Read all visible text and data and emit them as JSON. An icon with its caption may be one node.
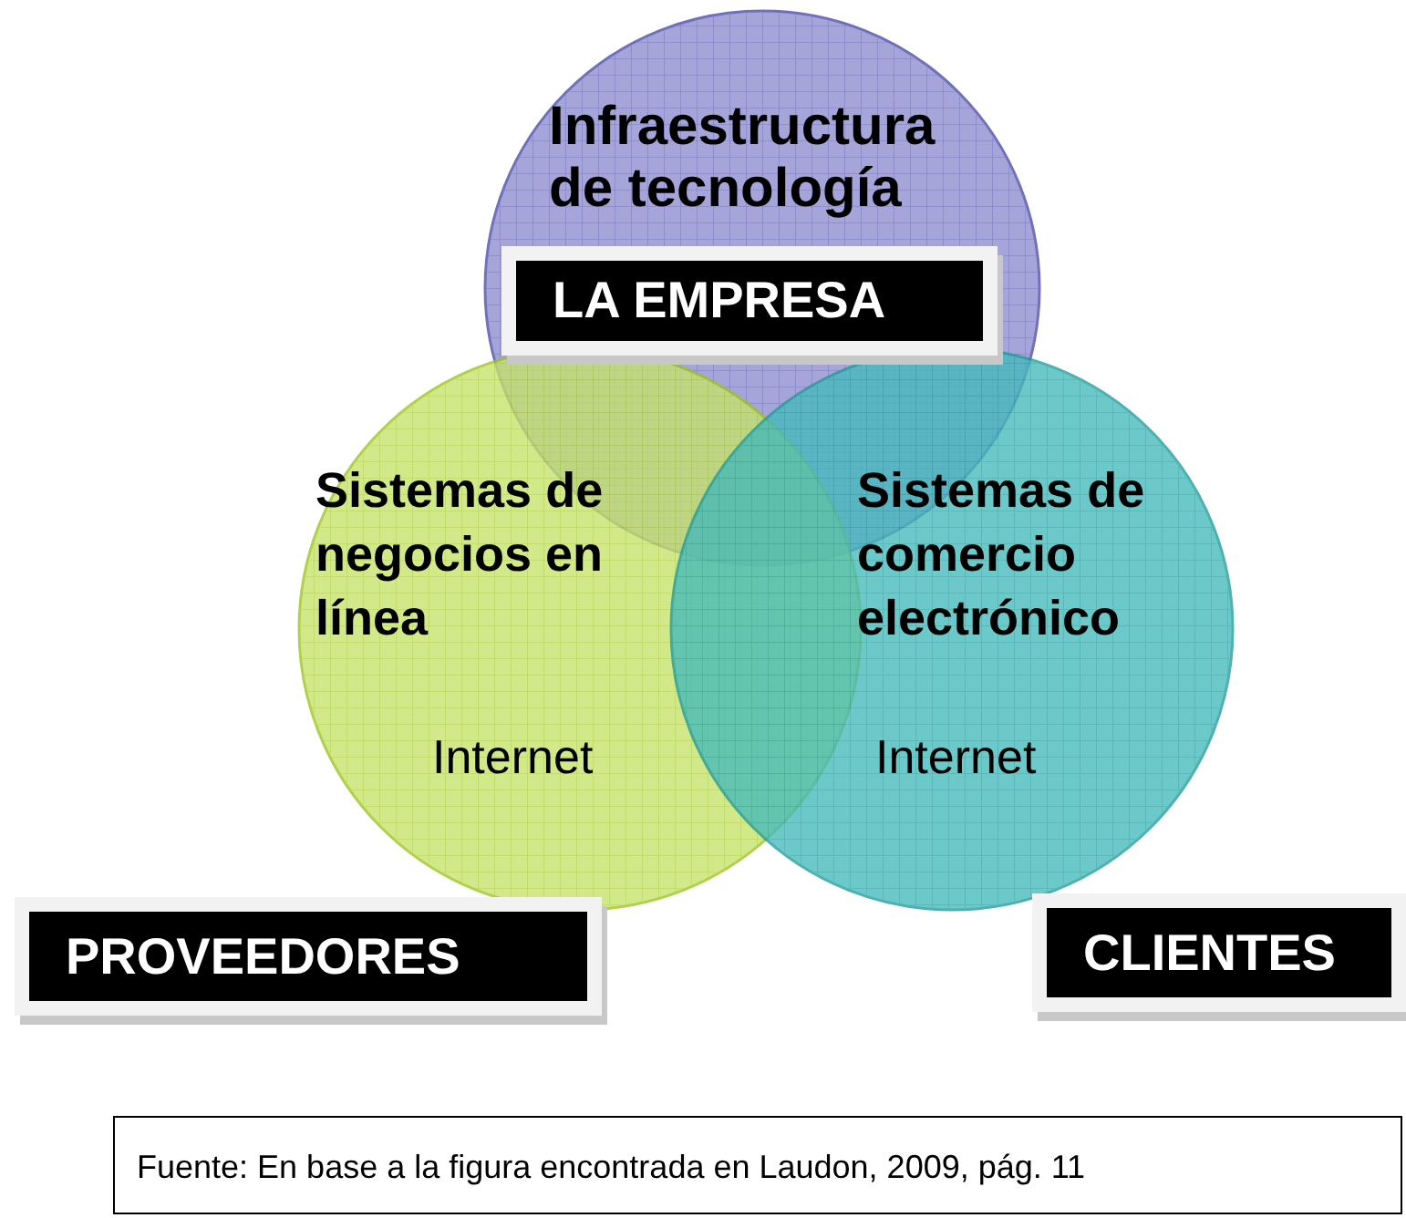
{
  "diagram": {
    "caption": "Fuente: En base a la figura encontrada en Laudon, 2009, pág. 11",
    "nodes": [
      {
        "text": [
          "Infraestructura de tecnología"
        ]
      },
      {
        "text": [
          "LA EMPRESA"
        ],
        "in": 0
      },
      {
        "text": [
          "Sistemas de negocios en línea",
          "Internet"
        ]
      },
      {
        "text": [
          "Sistemas de comercio electrónico",
          "Internet"
        ]
      },
      {
        "text": [
          "PROVEEDORES"
        ]
      },
      {
        "text": [
          "CLIENTES"
        ]
      }
    ]
  }
}
